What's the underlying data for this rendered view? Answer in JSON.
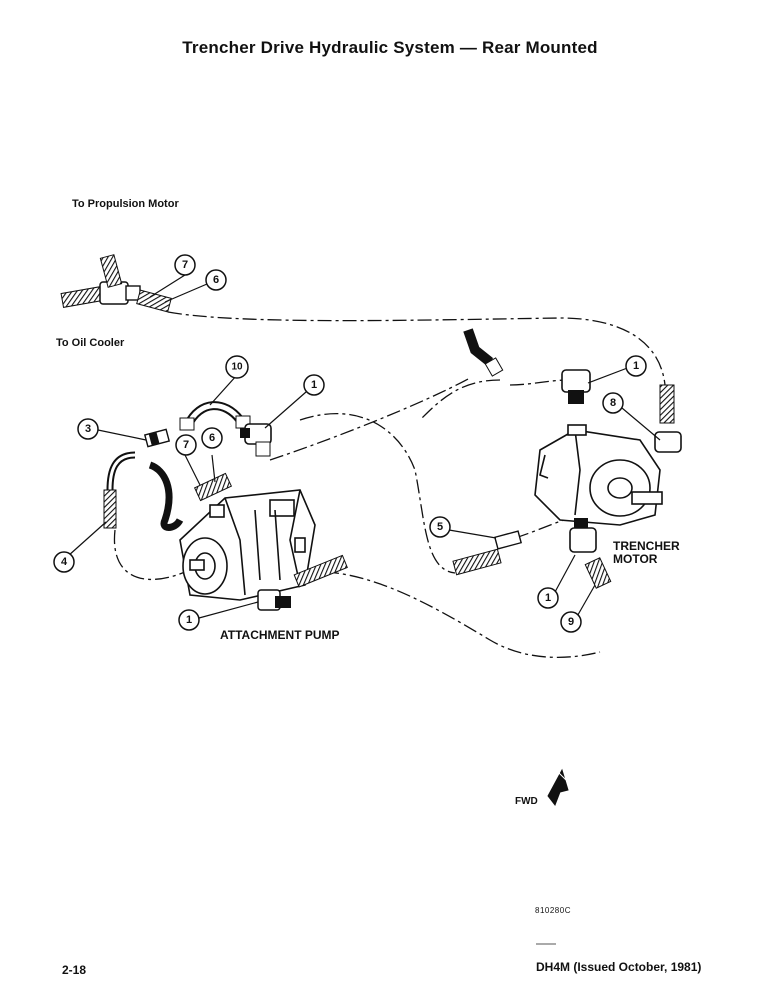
{
  "header": {
    "title": "Trencher Drive Hydraulic System — Rear Mounted"
  },
  "labels": {
    "to_propulsion_motor": "To Propulsion Motor",
    "to_oil_cooler": "To Oil Cooler",
    "attachment_pump": "ATTACHMENT PUMP",
    "trencher_motor_line1": "TRENCHER",
    "trencher_motor_line2": "MOTOR",
    "fwd": "FWD",
    "drawing_number": "810280C"
  },
  "callouts": {
    "c1a": "1",
    "c1b": "1",
    "c1c": "1",
    "c1d": "1",
    "c3": "3",
    "c4": "4",
    "c5": "5",
    "c6a": "6",
    "c6b": "6",
    "c7a": "7",
    "c7b": "7",
    "c8": "8",
    "c9": "9",
    "c10": "10"
  },
  "footer": {
    "page_number": "2-18",
    "doc_info": "DH4M (Issued October, 1981)"
  },
  "colors": {
    "ink": "#111111",
    "paper": "#ffffff"
  }
}
